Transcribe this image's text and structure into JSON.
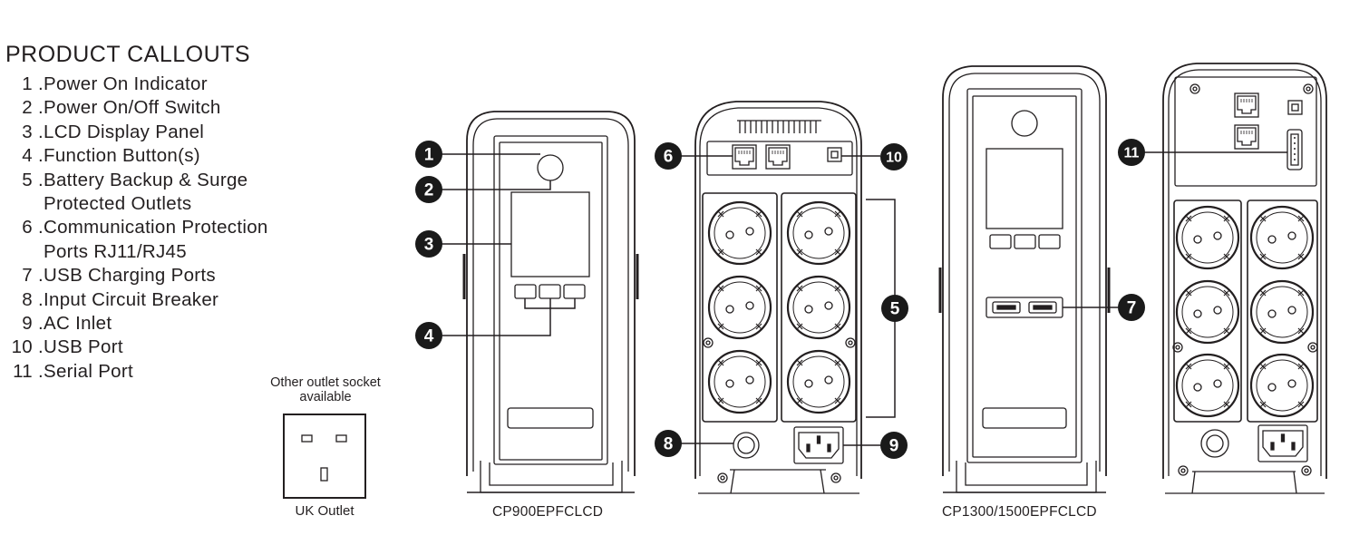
{
  "title": "PRODUCT CALLOUTS",
  "callouts": [
    {
      "num": " 1 .",
      "text": "Power On Indicator"
    },
    {
      "num": " 2 .",
      "text": "Power On/Off Switch"
    },
    {
      "num": " 3 .",
      "text": "LCD Display Panel"
    },
    {
      "num": " 4 .",
      "text": "Function Button(s)"
    },
    {
      "num": " 5 .",
      "text": "Battery Backup & Surge",
      "text2": "Protected Outlets"
    },
    {
      "num": " 6 .",
      "text": "Communication Protection",
      "text2": "Ports RJ11/RJ45"
    },
    {
      "num": " 7 .",
      "text": "USB Charging Ports"
    },
    {
      "num": " 8 .",
      "text": "Input Circuit Breaker"
    },
    {
      "num": " 9 .",
      "text": "AC Inlet"
    },
    {
      "num": "10 .",
      "text": "USB Port"
    },
    {
      "num": "11 .",
      "text": "Serial Port"
    }
  ],
  "other_outlet_note": "Other outlet socket available",
  "uk_outlet_label": "UK Outlet",
  "models": [
    "CP900EPFCLCD",
    "CP1300/1500EPFCLCD"
  ],
  "badges": [
    "1",
    "2",
    "3",
    "4",
    "5",
    "6",
    "7",
    "8",
    "9",
    "10",
    "11"
  ],
  "colors": {
    "line": "#231f20",
    "badge": "#1a1a1a",
    "background": "#ffffff"
  }
}
